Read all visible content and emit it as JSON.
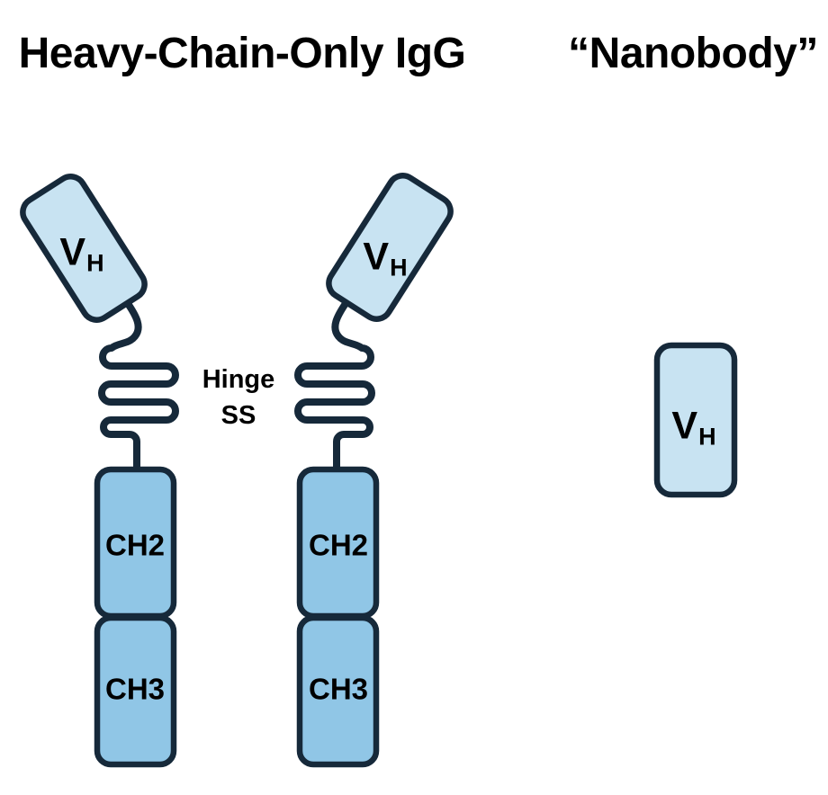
{
  "titles": {
    "left": "Heavy-Chain-Only IgG",
    "right": "“Nanobody”"
  },
  "labels": {
    "vh_main": "V",
    "vh_sub": "H",
    "ch2": "CH2",
    "ch3": "CH3"
  },
  "hinge": {
    "line1": "Hinge",
    "line2": "SS"
  },
  "colors": {
    "background": "#ffffff",
    "domain_light": "#c8e3f2",
    "domain_mid": "#90c6e6",
    "outline": "#16293a",
    "text": "#000000"
  }
}
